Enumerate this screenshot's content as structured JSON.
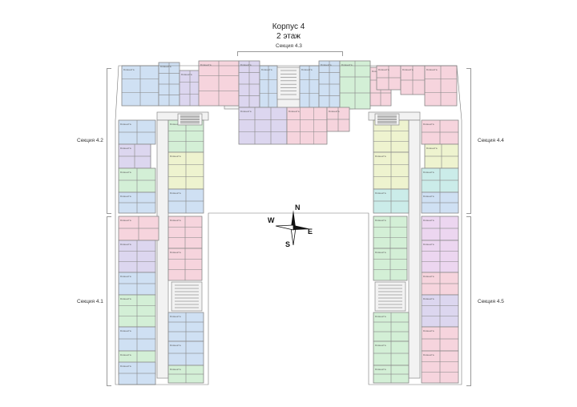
{
  "header": {
    "building": "Корпус 4",
    "floor": "2 этаж"
  },
  "sections": {
    "s43": "Секция 4.3",
    "s42": "Секция 4.2",
    "s44": "Секция 4.4",
    "s41": "Секция 4.1",
    "s45": "Секция 4.5"
  },
  "compass": {
    "n": "N",
    "s": "S",
    "w": "W",
    "e": "E"
  },
  "room_label": "Комната",
  "colors": {
    "blue": "#cfe0f3",
    "pink": "#f6d4dd",
    "green": "#d3efd6",
    "purple": "#dcd6ef",
    "lilac": "#ecd6f0",
    "yellow": "#eef3cf",
    "teal": "#cbece9",
    "core": "#f2f2f2",
    "wall": "#8a8a8a"
  }
}
